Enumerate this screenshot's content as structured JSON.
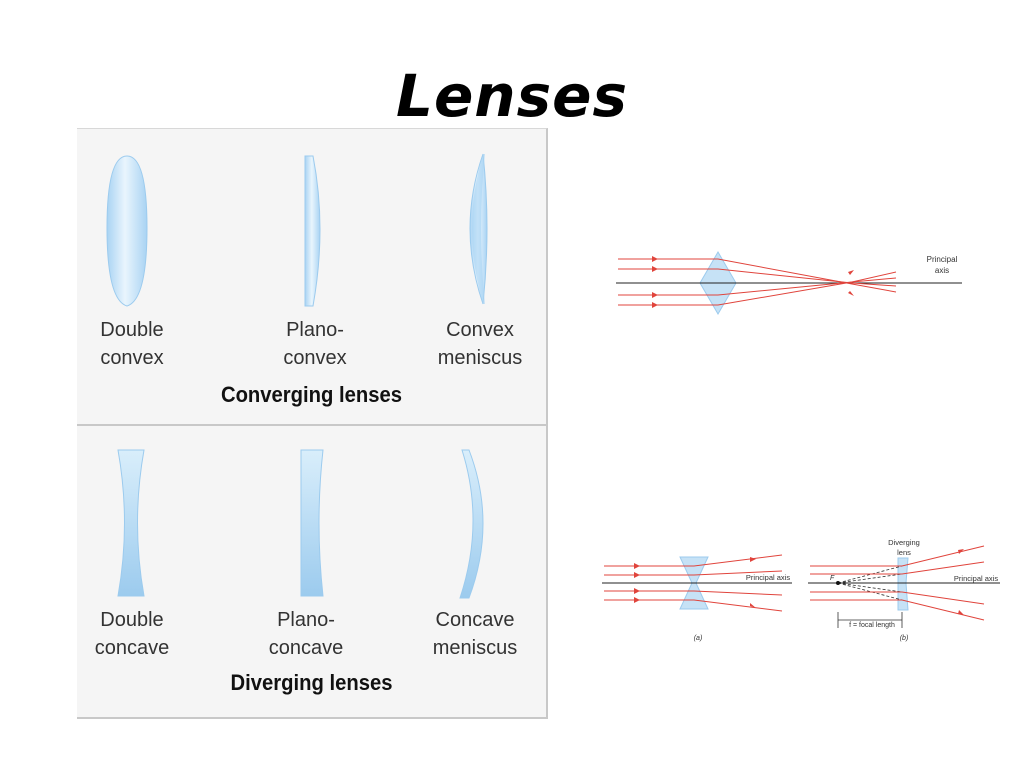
{
  "title": "Lenses",
  "converging": {
    "group_label": "Converging lenses",
    "lenses": [
      {
        "line1": "Double",
        "line2": "convex"
      },
      {
        "line1": "Plano-",
        "line2": "convex"
      },
      {
        "line1": "Convex",
        "line2": "meniscus"
      }
    ]
  },
  "diverging": {
    "group_label": "Diverging lenses",
    "lenses": [
      {
        "line1": "Double",
        "line2": "concave"
      },
      {
        "line1": "Plano-",
        "line2": "concave"
      },
      {
        "line1": "Concave",
        "line2": "meniscus"
      }
    ]
  },
  "converging_rays": {
    "axis_label_line1": "Principal",
    "axis_label_line2": "axis"
  },
  "diverging_rays": {
    "panel_a": {
      "axis_label": "Principal axis",
      "caption": "(a)"
    },
    "panel_b": {
      "lens_label_line1": "Diverging",
      "lens_label_line2": "lens",
      "axis_label": "Principal axis",
      "focal_point_label": "F",
      "focal_length_label": "f = focal length",
      "caption": "(b)"
    }
  },
  "colors": {
    "lens_fill": "#c6e2f6",
    "lens_edge": "#9ccbee",
    "ray": "#e0443c",
    "panel_bg": "#f5f5f5"
  }
}
